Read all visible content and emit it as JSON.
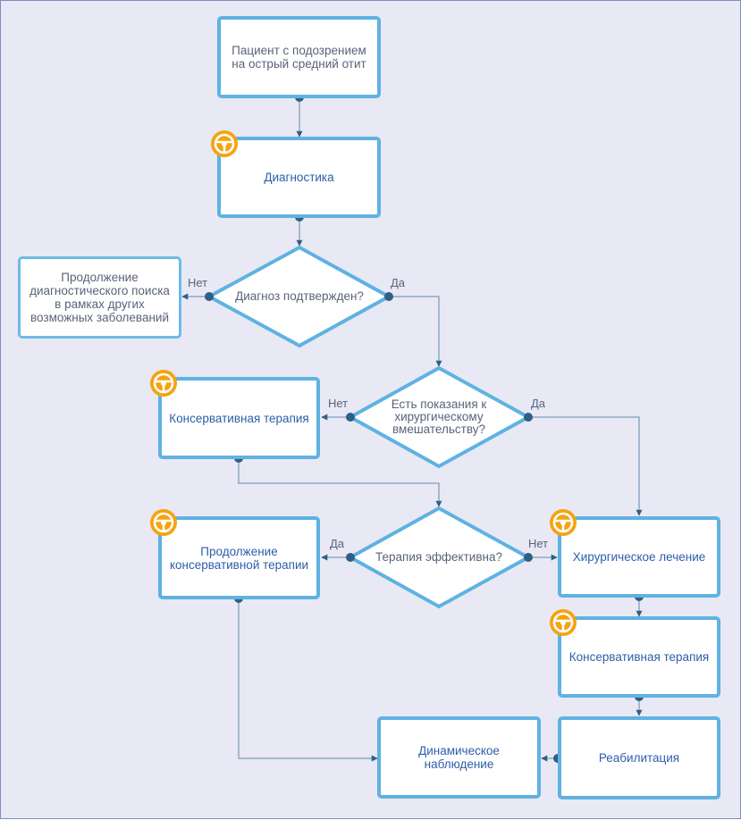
{
  "nodes": {
    "start": "Пациент с подозрением на острый средний отит",
    "diagnostics": "Диагностика",
    "continue_search": "Продолжение диагностического поиска в рамках других возможных заболеваний",
    "conservative_1": "Консервативная терапия",
    "continue_conservative": "Продолжение консервативной терапии",
    "surgical": "Хирургическое лечение",
    "conservative_2": "Консервативная терапия",
    "rehab": "Реабилитация",
    "observation": "Динамическое наблюдение"
  },
  "decisions": {
    "diagnosis_confirmed": "Диагноз подтвержден?",
    "surgery_indicated": "Есть показания к хирургическому вмешательству?",
    "therapy_effective": "Терапия эффективна?"
  },
  "edge_labels": {
    "d1_no": "Нет",
    "d1_yes": "Да",
    "d2_no": "Нет",
    "d2_yes": "Да",
    "d3_yes": "Да",
    "d3_no": "Нет"
  },
  "colors": {
    "background": "#e8e9f5",
    "node_border": "#5fb2e2",
    "connector_line": "#8fa8c2",
    "connector_dot": "#2f5f86",
    "badge": "#f5a30f",
    "text_gray": "#5a6378",
    "text_blue": "#2d5ea8"
  },
  "icons": {
    "badge": "steering-wheel-icon"
  }
}
